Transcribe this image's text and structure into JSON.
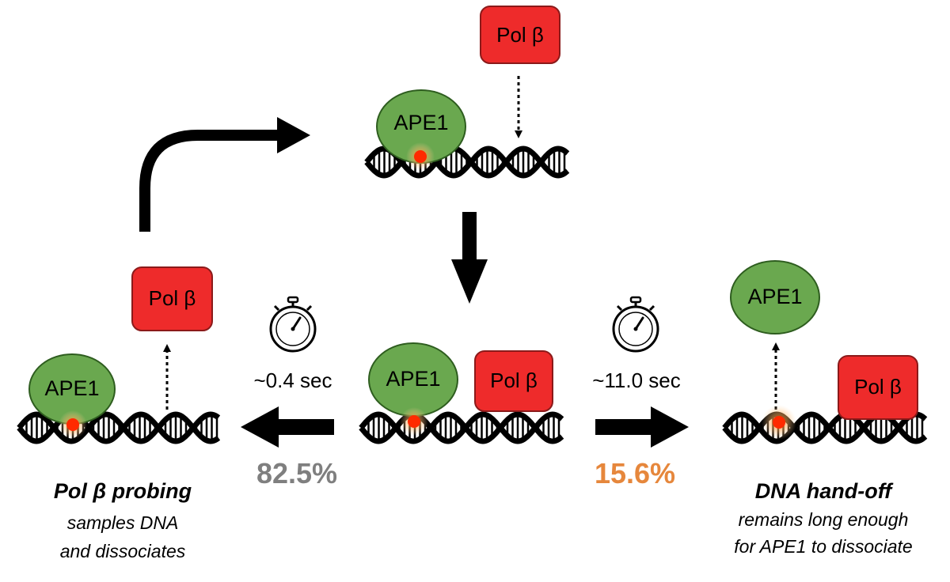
{
  "labels": {
    "ape1": "APE1",
    "pol_beta": "Pol β"
  },
  "left_branch": {
    "time": "~0.4 sec",
    "percent": "82.5%",
    "caption_title": "Pol β probing",
    "caption_line1": "samples DNA",
    "caption_line2": "and dissociates"
  },
  "right_branch": {
    "time": "~11.0 sec",
    "percent": "15.6%",
    "caption_title": "DNA hand-off",
    "caption_line1": "remains long enough",
    "caption_line2": "for APE1 to dissociate"
  },
  "colors": {
    "ape1_fill": "#6aa84f",
    "ape1_stroke": "#2e5d1f",
    "pol_fill": "#ee2b2b",
    "pol_stroke": "#8b1a1a",
    "lesion": "#ff2a00",
    "left_percent": "#7f7f7f",
    "right_percent": "#e6873c"
  }
}
